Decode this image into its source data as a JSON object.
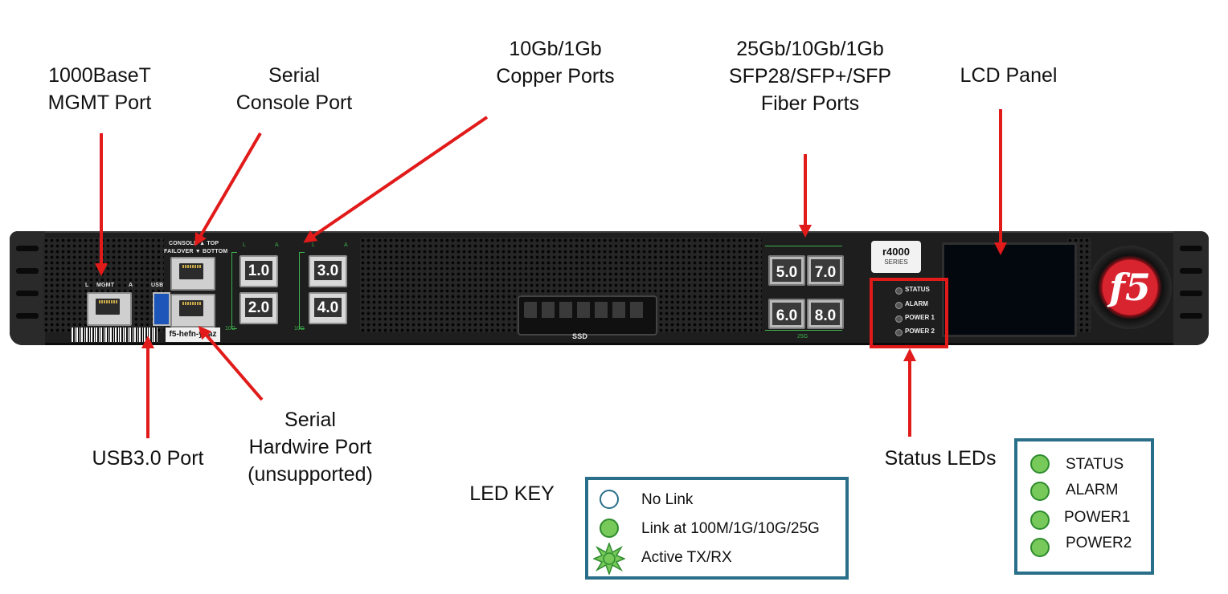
{
  "labels": {
    "mgmt": [
      "1000BaseT",
      "MGMT Port"
    ],
    "console": [
      "Serial",
      "Console Port"
    ],
    "copper": [
      "10Gb/1Gb",
      "Copper Ports"
    ],
    "fiber": [
      "25Gb/10Gb/1Gb",
      "SFP28/SFP+/SFP",
      "Fiber Ports"
    ],
    "lcd": "LCD Panel",
    "usb": "USB3.0 Port",
    "hardwire": [
      "Serial",
      "Hardwire Port",
      "(unsupported)"
    ],
    "status_leds": "Status LEDs"
  },
  "device": {
    "mgmt_label": "MGMT",
    "mgmt_l": "L",
    "mgmt_a": "A",
    "usb_label": "USB",
    "console_top": "CONSOLE ▲ TOP",
    "console_bottom": "FAILOVER ▼ BOTTOM",
    "hostname": "f5-hefn-yhaz",
    "copper_ports": [
      "1.0",
      "2.0",
      "3.0",
      "4.0"
    ],
    "copper_speed": "10G",
    "sfp_ports": [
      "5.0",
      "7.0",
      "6.0",
      "8.0"
    ],
    "sfp_speed": "25G",
    "ssd_label": "SSD",
    "model": "r4000",
    "series": "SERIES",
    "leds": [
      "STATUS",
      "ALARM",
      "POWER 1",
      "POWER 2"
    ],
    "logo": "f5"
  },
  "led_key": {
    "title": "LED KEY",
    "items": [
      {
        "label": "No Link",
        "icon": "empty-circle"
      },
      {
        "label": "Link at 100M/1G/10G/25G",
        "icon": "green-circle"
      },
      {
        "label": "Active TX/RX",
        "icon": "green-starburst"
      }
    ]
  },
  "status_key": {
    "items": [
      "STATUS",
      "ALARM",
      "POWER1",
      "POWER2"
    ],
    "color": "#77c95a"
  },
  "colors": {
    "arrow": "#e11a1a",
    "key_border": "#2a6f8a",
    "port_label_green": "#3db04b"
  }
}
